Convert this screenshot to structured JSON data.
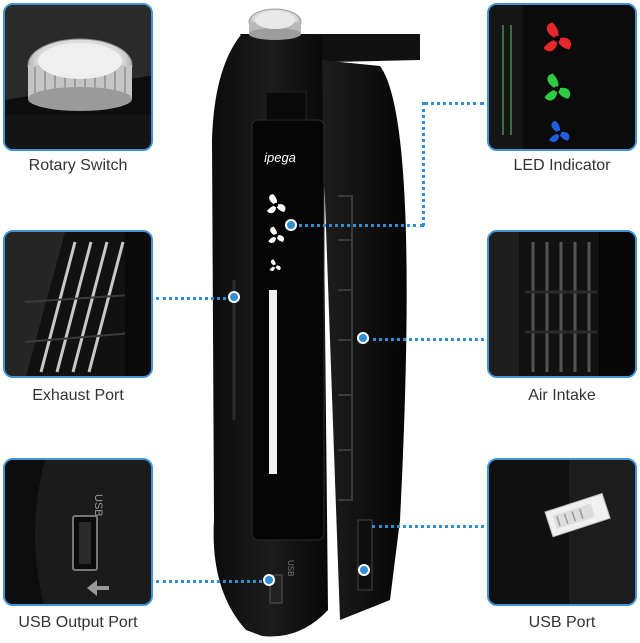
{
  "product": {
    "brand": "ipega",
    "usb_label": "USB"
  },
  "callouts": {
    "rotary_switch": "Rotary Switch",
    "led_indicator": "LED Indicator",
    "exhaust_port": "Exhaust Port",
    "air_intake": "Air Intake",
    "usb_output_port": "USB Output Port",
    "usb_port": "USB Port"
  },
  "colors": {
    "accent": "#2f8fd4",
    "led_red": "#e8262b",
    "led_green": "#2ecc40",
    "led_blue": "#1f5fe0"
  }
}
